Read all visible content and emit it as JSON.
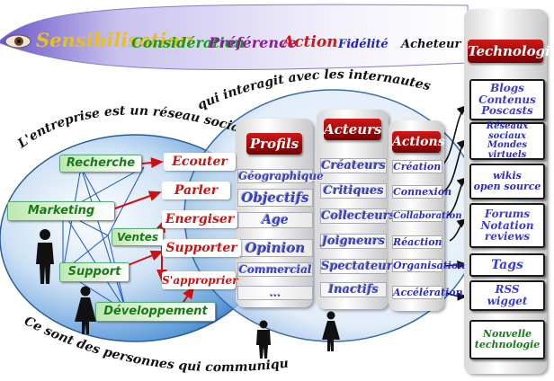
{
  "funnel": {
    "words": [
      {
        "text": "Sensibilisation",
        "color": "#e8c020"
      },
      {
        "text": "Considération",
        "color": "#1a9a1a"
      },
      {
        "text": "Préférence",
        "color": "#8a1aa0"
      },
      {
        "text": "Action",
        "color": "#e01010"
      },
      {
        "text": "Fidélité",
        "color": "#2020c0"
      },
      {
        "text": "Acheteur",
        "color": "#111111"
      }
    ]
  },
  "technologies": {
    "title": "Technologies",
    "boxes": [
      {
        "lines": [
          "Blogs",
          "Contenus",
          "Poscasts"
        ],
        "color": "#3a3ad6"
      },
      {
        "lines": [
          "Réseaux sociaux",
          "Mondes virtuels"
        ],
        "color": "#2a2ad0"
      },
      {
        "lines": [
          "wikis",
          "open source"
        ],
        "color": "#2a2ad0"
      },
      {
        "lines": [
          "Forums",
          "Notation",
          "reviews"
        ],
        "color": "#3a3ad6"
      },
      {
        "lines": [
          "Tags"
        ],
        "color": "#3a3ad6"
      },
      {
        "lines": [
          "RSS",
          "wigget"
        ],
        "color": "#3a3ad6"
      },
      {
        "lines": [
          "Nouvelle",
          "technologie"
        ],
        "color": "#1a7a1a"
      }
    ]
  },
  "arc_texts": {
    "top_left": "L'entreprise est un réseau social",
    "top_right": "qui interagit avec les internautes",
    "bottom": "Ce sont des personnes qui communiquent"
  },
  "profils": {
    "title": "Profils",
    "items": [
      "Géographique",
      "Objectifs",
      "Age",
      "Opinion",
      "Commercial",
      "..."
    ]
  },
  "acteurs": {
    "title": "Acteurs",
    "items": [
      "Créateurs",
      "Critiques",
      "Collecteurs",
      "Joigneurs",
      "Spectateurs",
      "Inactifs"
    ]
  },
  "actions": {
    "title": "Actions",
    "items": [
      "Création",
      "Connexion",
      "Collaboration",
      "Réaction",
      "Organisation",
      "Accélération"
    ]
  },
  "departments": [
    "Recherche",
    "Marketing",
    "Ventes",
    "Support",
    "Développement"
  ],
  "verbs": [
    "Ecouter",
    "Parler",
    "Energiser",
    "Supporter",
    "S'approprier"
  ],
  "colors": {
    "accent_red": "#d01010",
    "accent_blue": "#2a2ad0",
    "accent_green": "#1a7a1a",
    "bubble": "#3a7ac8"
  }
}
